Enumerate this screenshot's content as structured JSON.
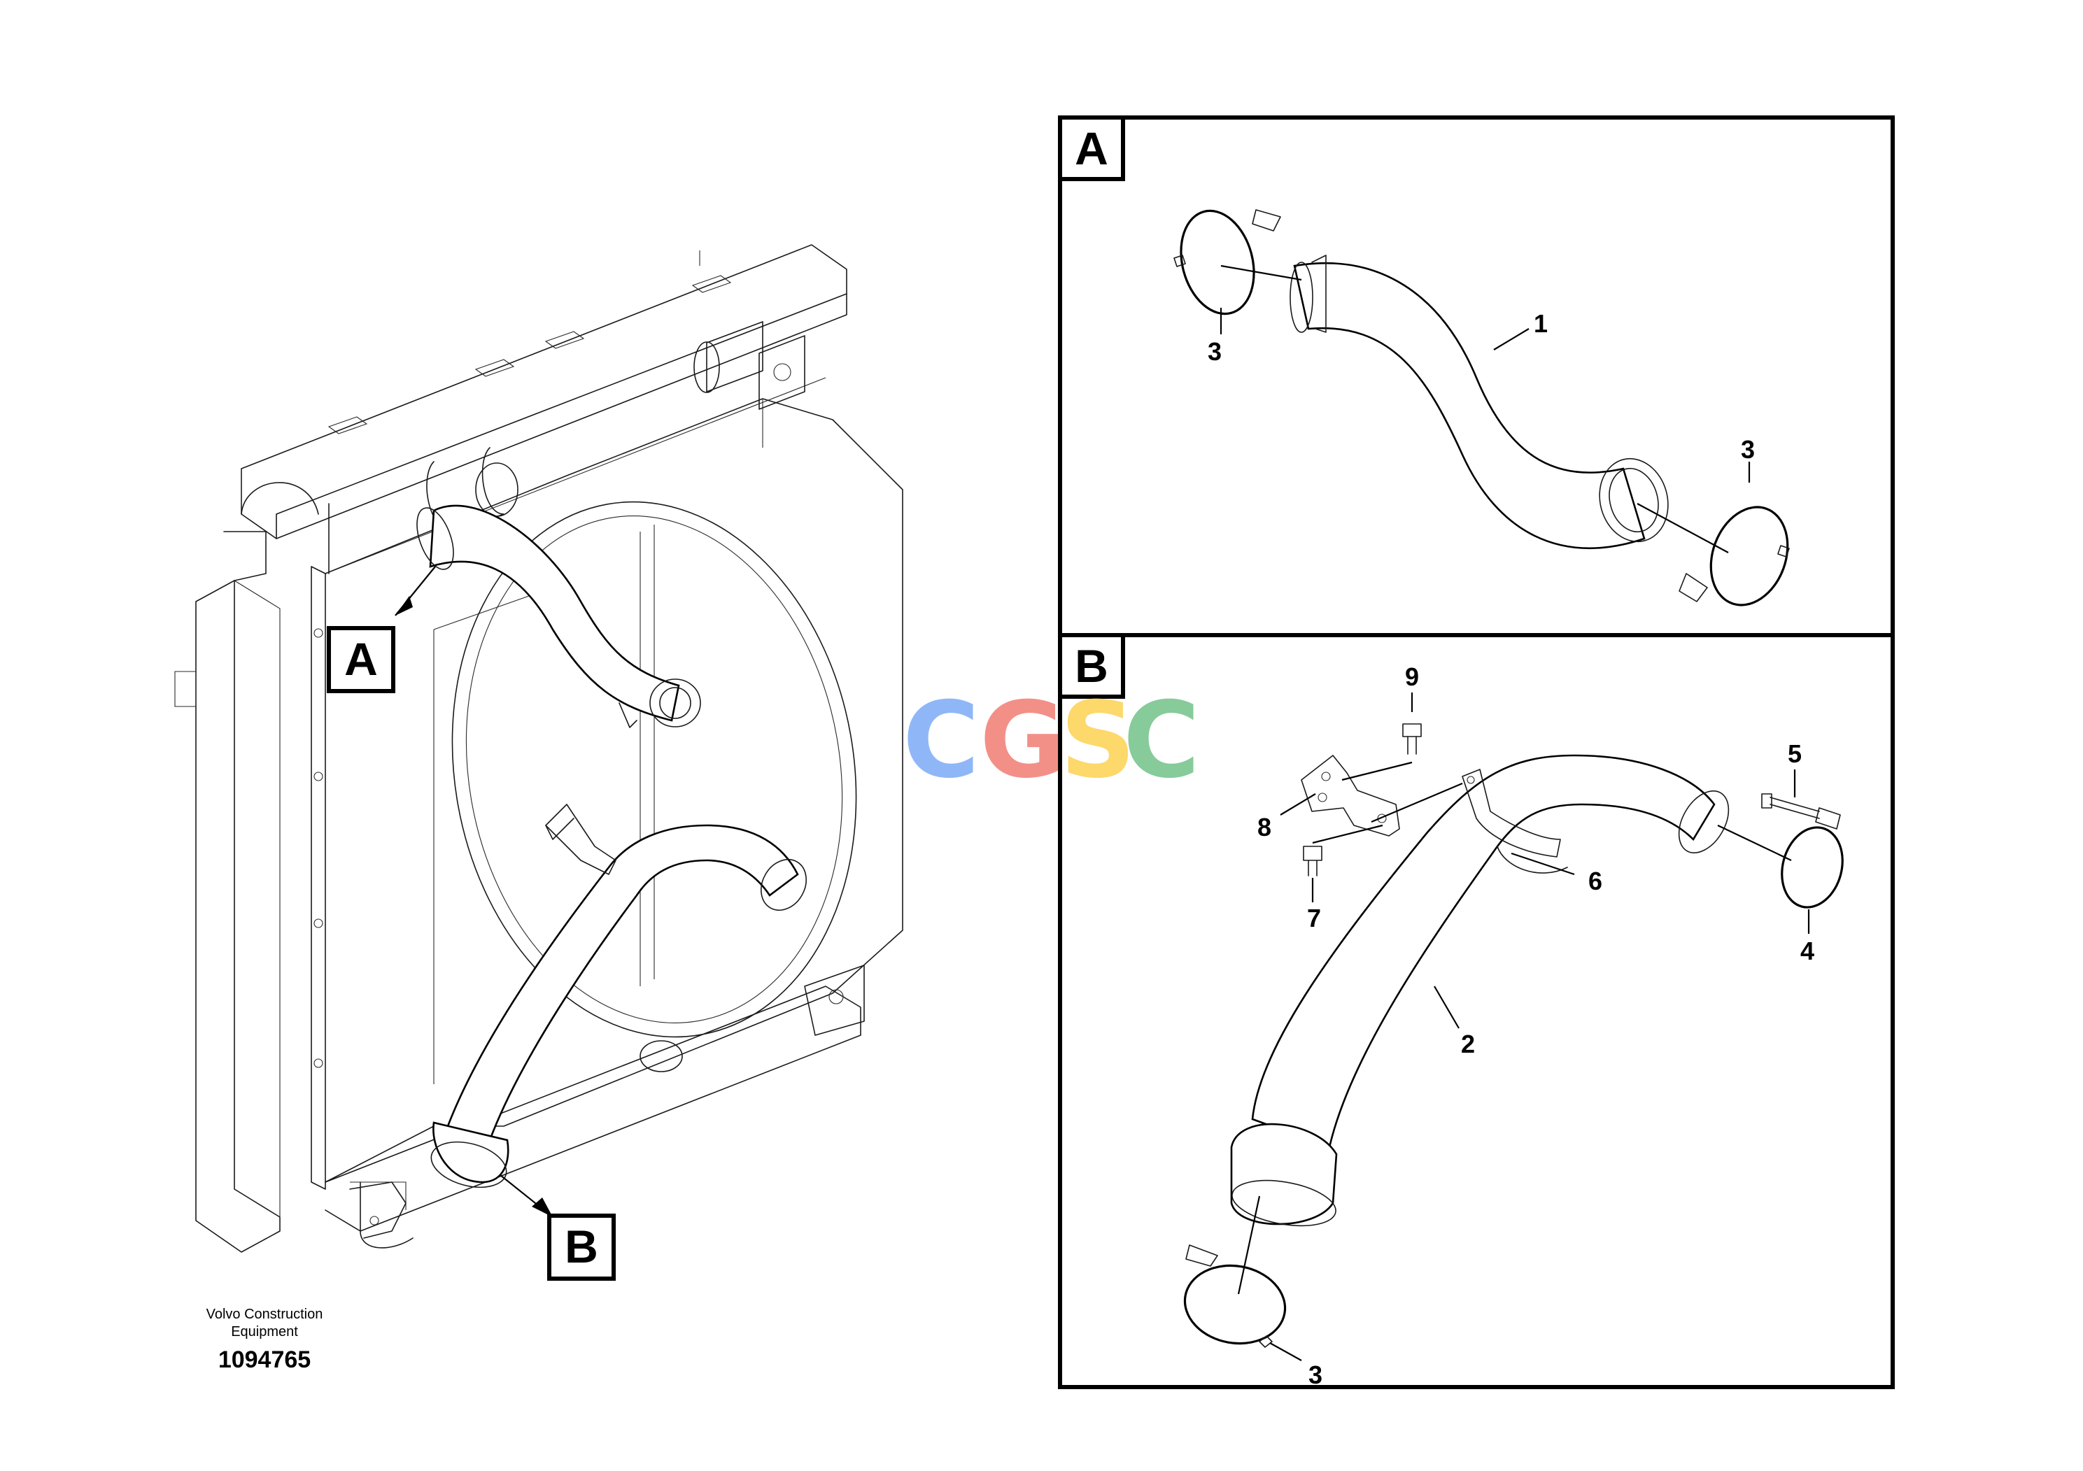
{
  "views": {
    "a": {
      "label": "A"
    },
    "b": {
      "label": "B"
    }
  },
  "part_numbers": {
    "hose_upper": "1",
    "hose_lower": "2",
    "clamp_a_left": "3",
    "clamp_a_right": "3",
    "clamp_b_bottom": "3",
    "clamp_b_right": "4",
    "bolt_clamp": "5",
    "clamp_bracket": "6",
    "bolt_lower": "7",
    "bracket": "8",
    "bolt_upper": "9"
  },
  "footer": {
    "maker_line1": "Volvo Construction",
    "maker_line2": "Equipment",
    "doc_number": "1094765"
  },
  "watermark": {
    "letters": [
      "C",
      "G",
      "S",
      "C"
    ],
    "colors": [
      "#8ab4f8",
      "#f28b82",
      "#fdd663",
      "#81c995"
    ]
  }
}
